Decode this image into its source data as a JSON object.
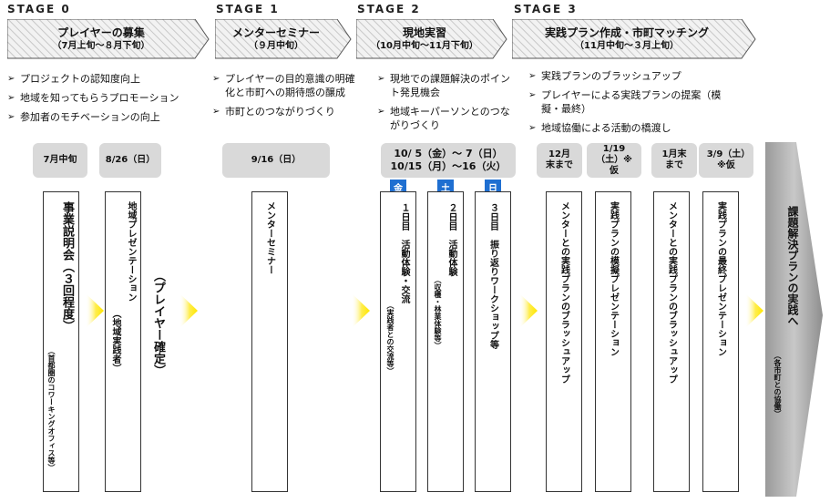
{
  "stages": [
    {
      "label": "STAGE 0",
      "title": "プレイヤーの募集",
      "period": "（7月上旬～８月下旬）"
    },
    {
      "label": "STAGE 1",
      "title": "メンターセミナー",
      "period": "（９月中旬）"
    },
    {
      "label": "STAGE 2",
      "title": "現地実習",
      "period": "（10月中旬～11月下旬）"
    },
    {
      "label": "STAGE 3",
      "title": "実践プラン作成・市町マッチング",
      "period": "（11月中旬～３月上旬）"
    }
  ],
  "bullets": {
    "stage0": [
      "プロジェクトの認知度向上",
      "地域を知ってもらうプロモーション",
      "参加者のモチベーションの向上"
    ],
    "stage1": [
      "プレイヤーの目的意識の明確化と市町への期待感の醸成",
      "市町とのつながりづくり"
    ],
    "stage2": [
      "現地での課題解決のポイント発見機会",
      "地域キーパーソンとのつながりづくり"
    ],
    "stage3": [
      "実践プランのブラッシュアップ",
      "プレイヤーによる実践プランの提案（模擬・最終）",
      "地域協働による活動の橋渡し"
    ]
  },
  "bullet_mark": "➢",
  "dates": {
    "july": "7月中旬",
    "aug": "8/26（日）",
    "sep": "9/16（日）",
    "oct_line1": "10/ 5（金）～ 7（日）",
    "oct_line2": "10/15（月）～16（火）",
    "dec": "12月末まで",
    "jan19": "1/19（土）※仮",
    "jan_end": "1月末まで",
    "mar9": "3/9（土）※仮"
  },
  "days": [
    "金",
    "土",
    "日"
  ],
  "boxes": {
    "setsumeikai_main": "事業説明会（３回程度）",
    "setsumeikai_note": "（首都圏のコワーキングオフィス等）",
    "chiiki_pres_main": "地域プレゼンテーション",
    "chiiki_pres_note": "（地域実践者）",
    "player_kakutei": "（プレイヤー確定）",
    "mentor_seminar": "メンターセミナー",
    "day1_main": "１日目　活動体験・交流",
    "day1_note": "（実践者との交流等）",
    "day2_main": "２日目　活動体験",
    "day2_note": "（収穫・林業体験等）",
    "day3_main": "３日目　振り返りワークショップ等",
    "brush1": "メンターとの実践プランのブラッシュアップ",
    "mock_pres": "実践プランの模擬プレゼンテーション",
    "brush2": "メンターとの実践プランのブラッシュアップ",
    "final_pres": "実践プランの最終プレゼンテーション"
  },
  "final": {
    "main": "課題解決プランの実践へ",
    "note": "（各市町との協働）"
  },
  "colors": {
    "arrow_yellow": "#ffe600",
    "day_blue": "#1f6fd1",
    "date_gray": "#d9d9d9",
    "final_gray": "#a6a6a6"
  }
}
